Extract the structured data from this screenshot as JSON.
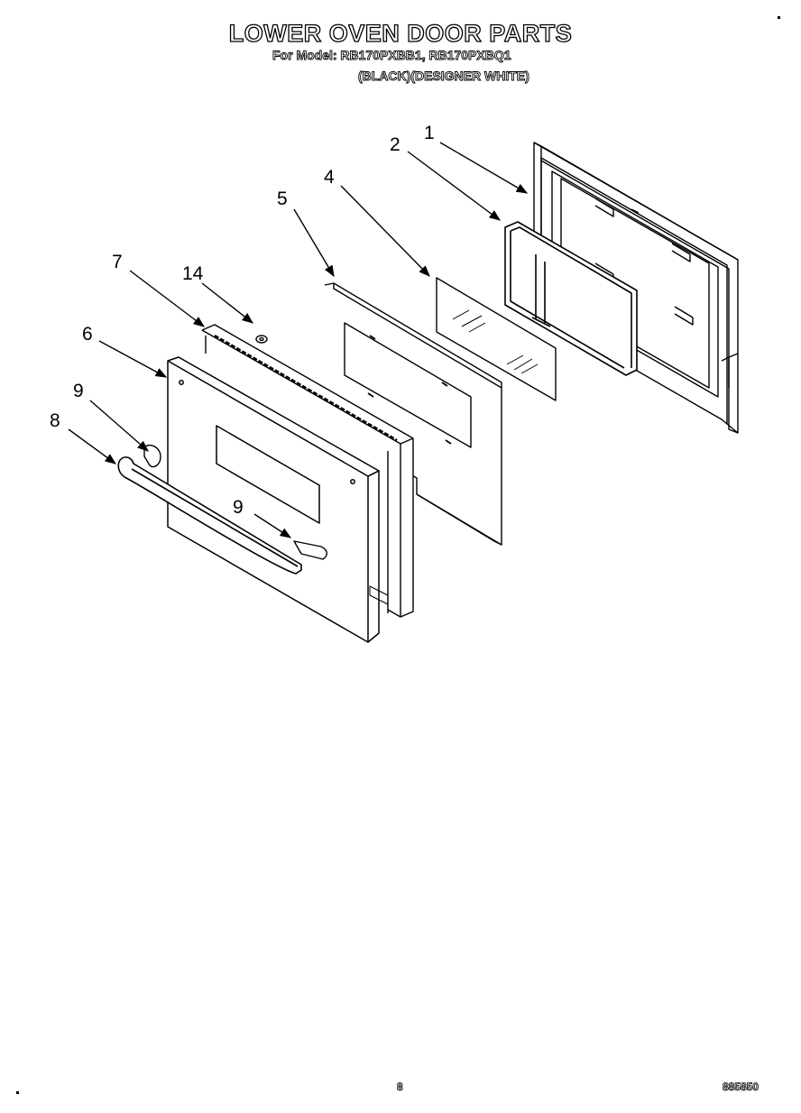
{
  "header": {
    "title": "LOWER OVEN DOOR PARTS",
    "model_line": "For Model: RB170PXBB1, RB170PXBQ1",
    "color_line": "(BLACK)(DESIGNER WHITE)"
  },
  "callouts": {
    "c1": "1",
    "c2": "2",
    "c4": "4",
    "c5": "5",
    "c7": "7",
    "c14": "14",
    "c6": "6",
    "c9a": "9",
    "c8": "8",
    "c9b": "9"
  },
  "footer": {
    "page_number": "8",
    "doc_number": "885850"
  }
}
